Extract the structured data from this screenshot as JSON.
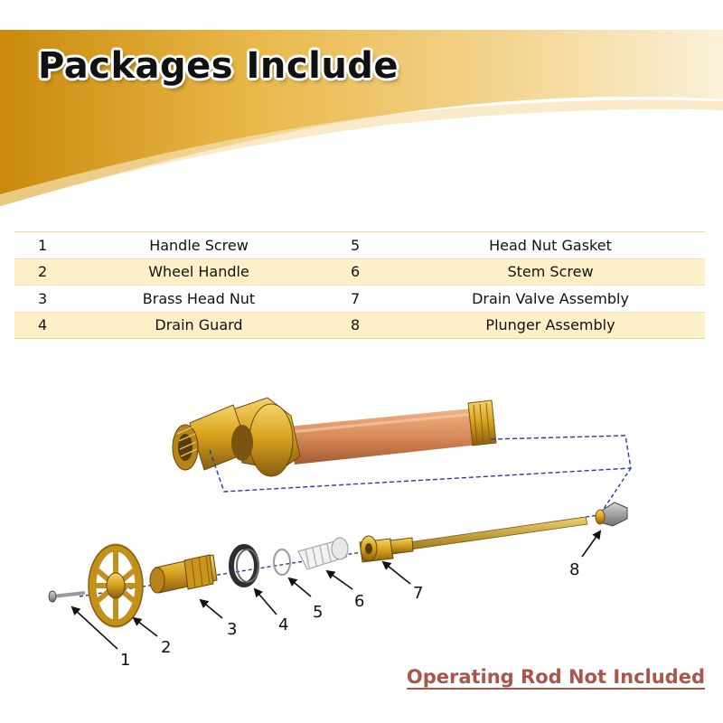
{
  "header": {
    "title": "Packages Include"
  },
  "parts": [
    [
      {
        "num": "1",
        "name": "Handle Screw"
      },
      {
        "num": "5",
        "name": "Head Nut Gasket"
      }
    ],
    [
      {
        "num": "2",
        "name": "Wheel Handle"
      },
      {
        "num": "6",
        "name": "Stem Screw"
      }
    ],
    [
      {
        "num": "3",
        "name": "Brass Head Nut"
      },
      {
        "num": "7",
        "name": "Drain Valve Assembly"
      }
    ],
    [
      {
        "num": "4",
        "name": "Drain Guard"
      },
      {
        "num": "8",
        "name": "Plunger Assembly"
      }
    ]
  ],
  "callouts": [
    "1",
    "2",
    "3",
    "4",
    "5",
    "6",
    "7",
    "8"
  ],
  "footnote": "Operating Rod Not Included",
  "colors": {
    "gold": "#d9a520",
    "table_shade": "#fdf0c8",
    "footnote": "#a8574a",
    "leader": "#2b3aa0"
  }
}
